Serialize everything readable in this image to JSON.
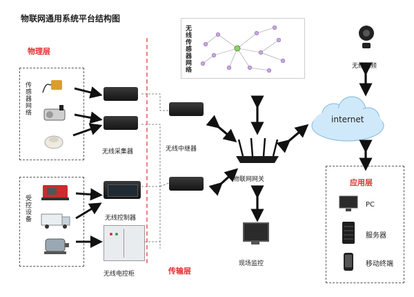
{
  "title": "物联网通用系统平台结构图",
  "layers": {
    "physical": "物理层",
    "transport": "传输层",
    "application": "应用层"
  },
  "groups": {
    "sensor_network": "传感器网络",
    "controlled_devices": "受控设备",
    "wireless_sensor_network": "无线传感器网络"
  },
  "devices": {
    "collector": "无线采集器",
    "relay": "无线中继器",
    "controller": "无线控制器",
    "control_cabinet": "无线电控柜",
    "gateway": "物联网网关",
    "video": "无线视频",
    "onsite_monitor": "现场监控",
    "internet": "internet"
  },
  "app_items": [
    "PC",
    "服务器",
    "移动终端"
  ],
  "colors": {
    "layer_label": "#e03030",
    "divider": "#e03030",
    "cloud": "#cfe9fb",
    "network_node": "#c9a6e0",
    "network_hub": "#8fd16a"
  }
}
